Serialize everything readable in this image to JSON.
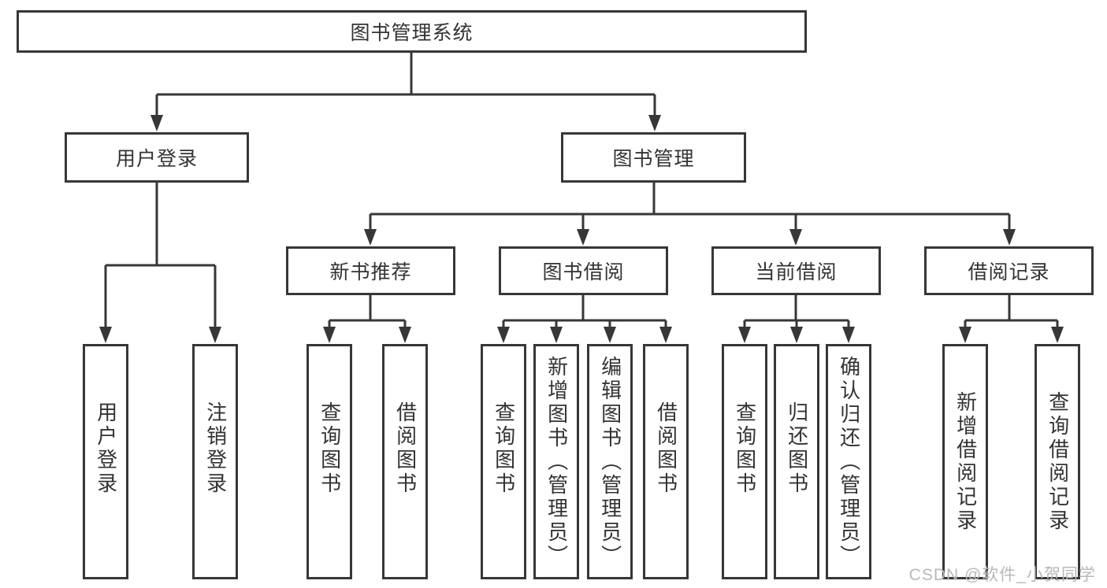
{
  "diagram": {
    "root": {
      "label": "图书管理系统",
      "children": [
        {
          "label": "用户登录",
          "children": [
            {
              "label": "用户登录"
            },
            {
              "label": "注销登录"
            }
          ]
        },
        {
          "label": "图书管理",
          "children": [
            {
              "label": "新书推荐",
              "children": [
                {
                  "label": "查询图书"
                },
                {
                  "label": "借阅图书"
                }
              ]
            },
            {
              "label": "图书借阅",
              "children": [
                {
                  "label": "查询图书"
                },
                {
                  "label": "新增图书（管理员）"
                },
                {
                  "label": "编辑图书（管理员）"
                },
                {
                  "label": "借阅图书"
                }
              ]
            },
            {
              "label": "当前借阅",
              "children": [
                {
                  "label": "查询图书"
                },
                {
                  "label": "归还图书"
                },
                {
                  "label": "确认归还（管理员）"
                }
              ]
            },
            {
              "label": "借阅记录",
              "children": [
                {
                  "label": "新增借阅记录"
                },
                {
                  "label": "查询借阅记录"
                }
              ]
            }
          ]
        }
      ]
    }
  },
  "watermark": {
    "text": "CSDN @软件_小贺同学"
  },
  "colors": {
    "line": "#373737",
    "text": "#333333",
    "watermark": "#b8b8b8",
    "background": "#ffffff"
  }
}
